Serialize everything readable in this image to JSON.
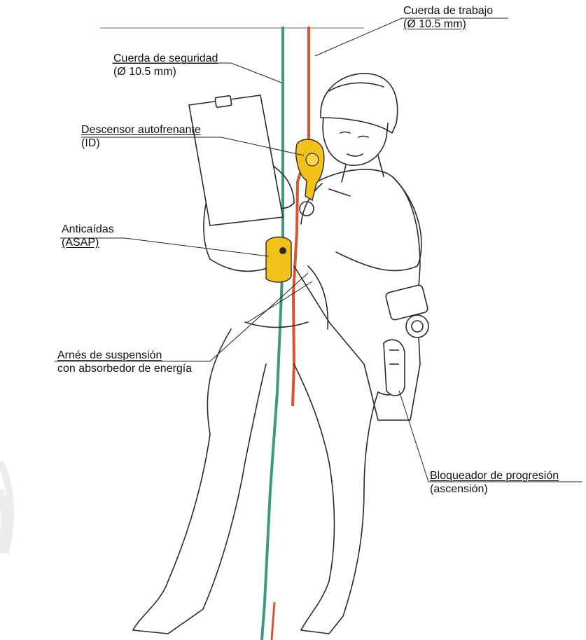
{
  "labels": {
    "cuerda_trabajo": {
      "line1": "Cuerda de trabajo",
      "line2": "(Ø 10.5 mm)"
    },
    "cuerda_seguridad": {
      "line1": "Cuerda de seguridad",
      "line2": "(Ø 10.5 mm)"
    },
    "descensor": {
      "line1": "Descensor autofrenante",
      "line2": "(ID)"
    },
    "anticaidas": {
      "line1": "Anticaídas",
      "line2": "(ASAP)"
    },
    "arnes": {
      "line1": "Arnés de suspensión",
      "line2": "con absorbedor de energía"
    },
    "bloqueador": {
      "line1": "Bloqueador de progresión",
      "line2": "(ascensión)"
    }
  },
  "colors": {
    "work_rope": "#d9552f",
    "safety_rope": "#3f9a78",
    "device_yellow": "#f2c21a",
    "outline": "#2a2a2a",
    "leader": "#222222"
  },
  "icons": {
    "descensor": "descender-device-icon",
    "anticaidas": "fall-arrester-icon",
    "bloqueador": "ascender-device-icon"
  }
}
